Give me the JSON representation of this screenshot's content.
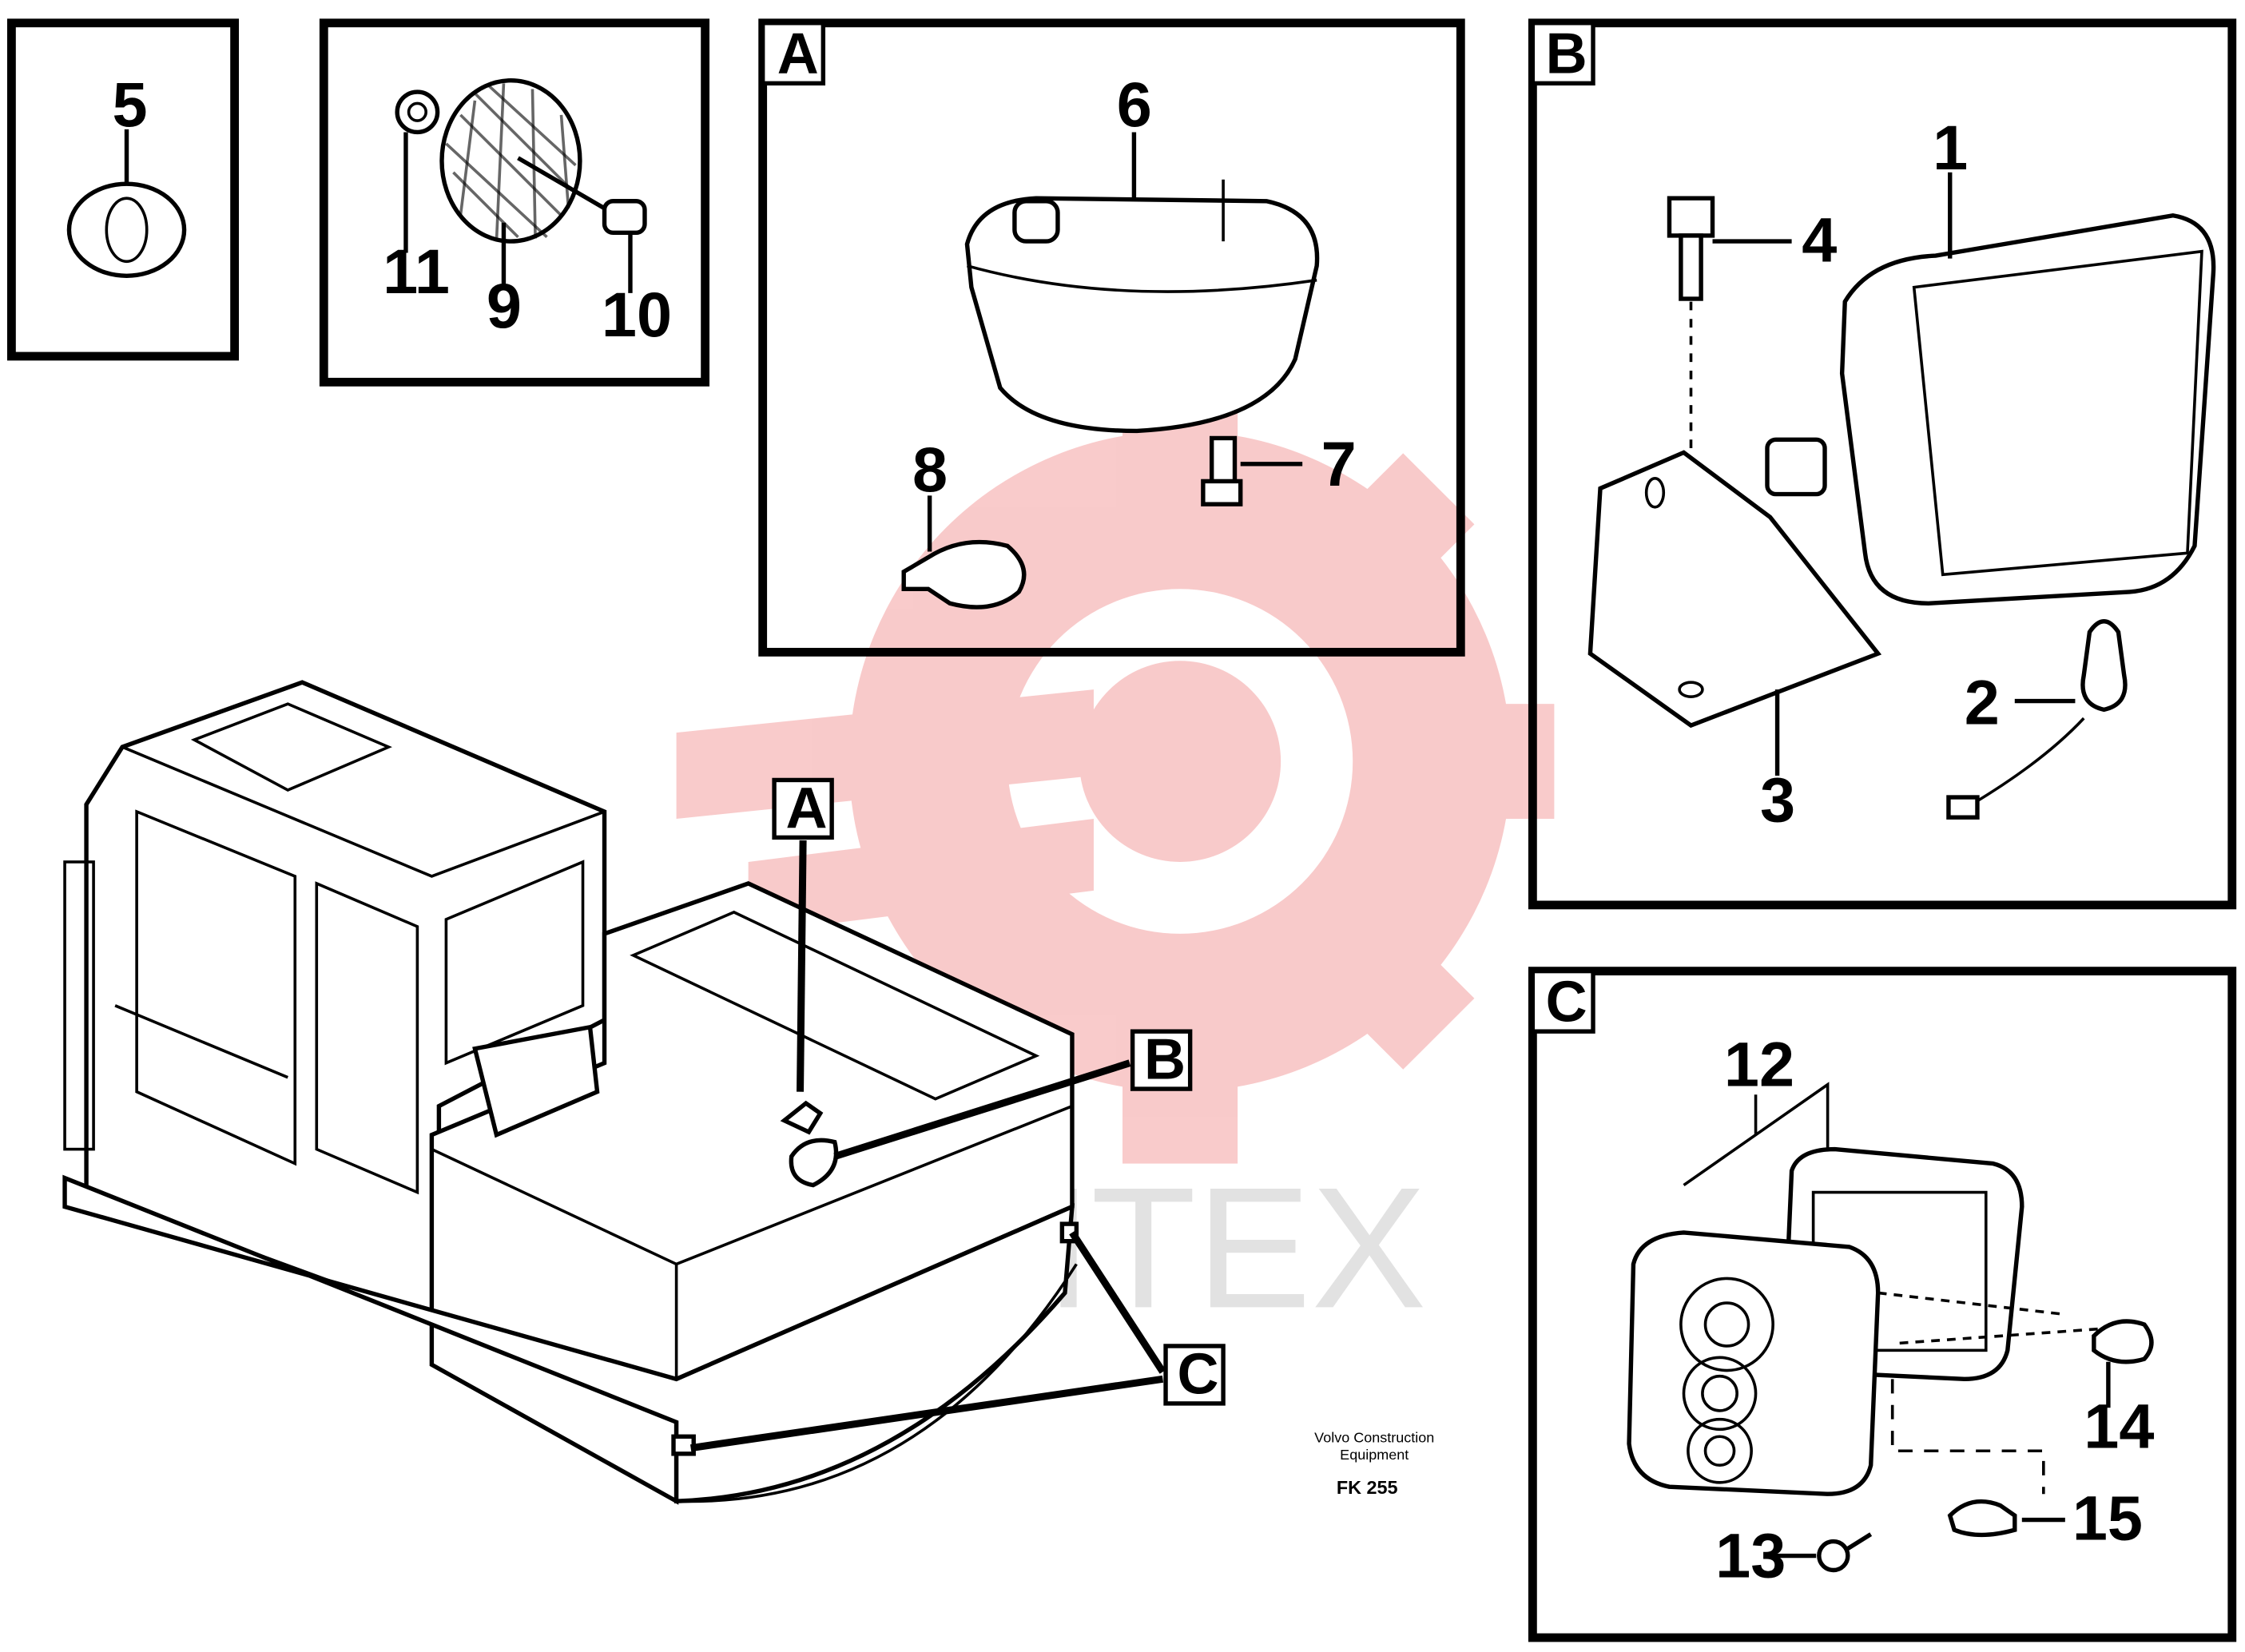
{
  "watermark": {
    "text": "ИНТЕХ",
    "gear_color": "#f4a0a0",
    "text_color": "#dcdcdc"
  },
  "footer": {
    "manufacturer_line1": "Volvo Construction",
    "manufacturer_line2": "Equipment",
    "figure_code": "FK 255"
  },
  "panels": {
    "a": {
      "letter": "A"
    },
    "b": {
      "letter": "B"
    },
    "c": {
      "letter": "C"
    }
  },
  "callouts": {
    "a": "A",
    "b": "B",
    "c": "C"
  },
  "parts": {
    "p1": "1",
    "p2": "2",
    "p3": "3",
    "p4": "4",
    "p5": "5",
    "p6": "6",
    "p7": "7",
    "p8": "8",
    "p9": "9",
    "p10": "10",
    "p11": "11",
    "p12": "12",
    "p13": "13",
    "p14": "14",
    "p15": "15"
  }
}
